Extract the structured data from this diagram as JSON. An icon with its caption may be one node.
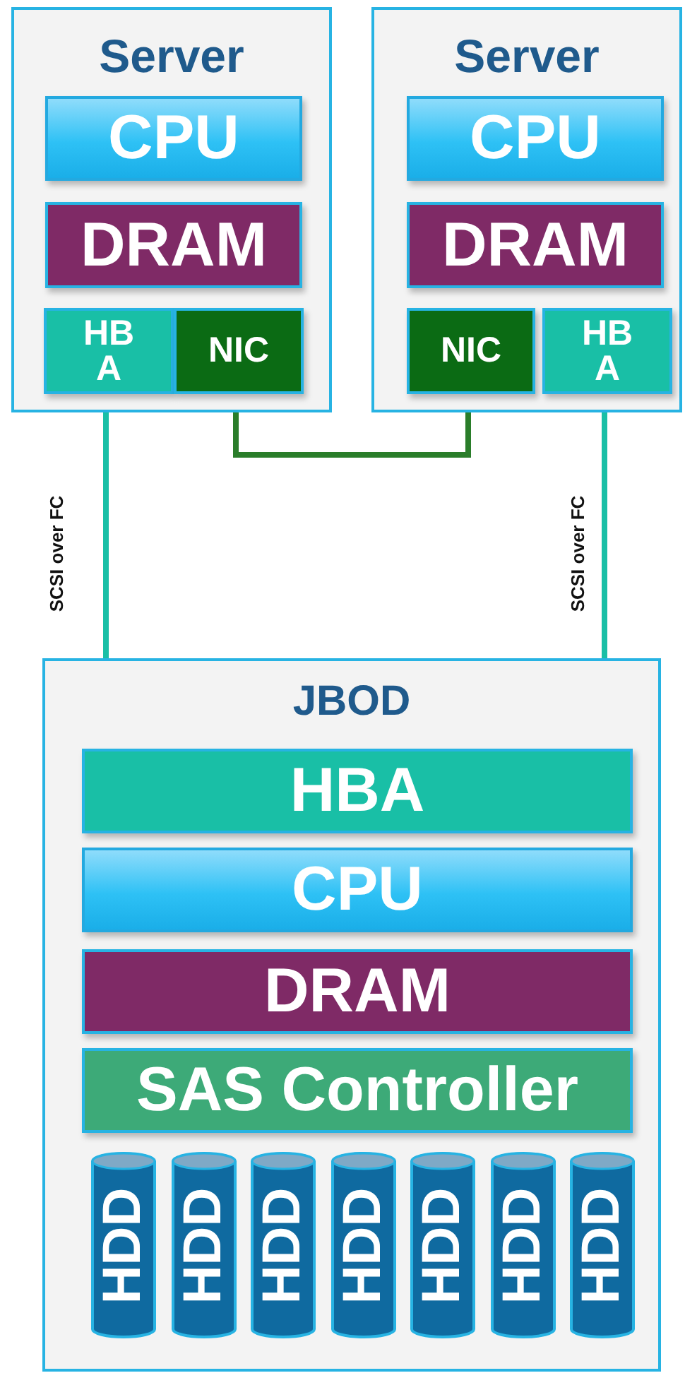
{
  "diagram": {
    "nodes": [
      {
        "text": [
          "Server"
        ]
      },
      {
        "text": [
          "CPU"
        ],
        "in": 0
      },
      {
        "text": [
          "DRAM"
        ],
        "in": 0
      },
      {
        "text": [
          "HBA"
        ],
        "in": 0
      },
      {
        "text": [
          "NIC"
        ],
        "in": 0
      },
      {
        "text": [
          "Server"
        ]
      },
      {
        "text": [
          "CPU"
        ],
        "in": 5
      },
      {
        "text": [
          "DRAM"
        ],
        "in": 5
      },
      {
        "text": [
          "NIC"
        ],
        "in": 5
      },
      {
        "text": [
          "HBA"
        ],
        "in": 5
      },
      {
        "text": [
          "JBOD"
        ]
      },
      {
        "text": [
          "HBA"
        ],
        "in": 10
      },
      {
        "text": [
          "CPU"
        ],
        "in": 10
      },
      {
        "text": [
          "DRAM"
        ],
        "in": 10
      },
      {
        "text": [
          "SAS Controller"
        ],
        "in": 10
      },
      {
        "text": [
          "HDD"
        ],
        "in": 10
      },
      {
        "text": [
          "HDD"
        ],
        "in": 10
      },
      {
        "text": [
          "HDD"
        ],
        "in": 10
      },
      {
        "text": [
          "HDD"
        ],
        "in": 10
      },
      {
        "text": [
          "HDD"
        ],
        "in": 10
      },
      {
        "text": [
          "HDD"
        ],
        "in": 10
      },
      {
        "text": [
          "HDD"
        ],
        "in": 10
      }
    ],
    "edges": [
      {
        "from": 3,
        "to": 10,
        "arrow": "none",
        "label": "SCSI over FC"
      },
      {
        "from": 4,
        "to": 8,
        "arrow": "none",
        "color": "#2a7d2a"
      },
      {
        "from": 9,
        "to": 10,
        "arrow": "none",
        "label": "SCSI over FC"
      }
    ]
  }
}
